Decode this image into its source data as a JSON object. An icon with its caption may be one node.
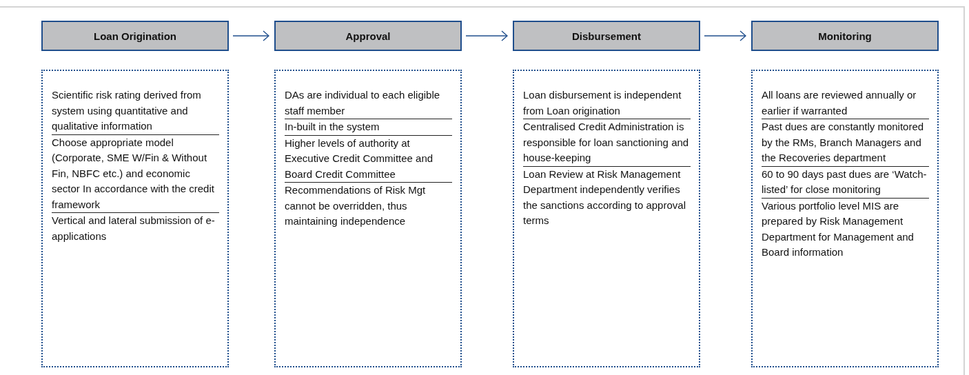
{
  "diagram": {
    "nodes": [
      {
        "text": [
          "Loan Origination"
        ]
      },
      {
        "text": [
          "Approval"
        ]
      },
      {
        "text": [
          "Disbursement"
        ]
      },
      {
        "text": [
          "Monitoring"
        ]
      },
      {
        "text": [
          "Scientific risk rating derived from system using quantitative and qualitative information",
          "Choose appropriate model (Corporate, SME W/Fin & Without Fin, NBFC etc.) and economic sector In accordance with the credit framework",
          "Vertical and lateral submission of e-applications"
        ]
      },
      {
        "text": [
          "DAs are individual to each eligible staff member",
          "In-built in the system",
          "Higher levels of authority at Executive Credit Committee and Board Credit Committee",
          "Recommendations of Risk Mgt cannot be overridden, thus maintaining independence"
        ]
      },
      {
        "text": [
          "Loan disbursement is independent from Loan origination",
          "Centralised Credit Administration is responsible for loan sanctioning and house-keeping",
          "Loan Review at Risk Management Department independently verifies the sanctions according to approval terms"
        ]
      },
      {
        "text": [
          "All loans are reviewed annually or earlier if warranted",
          "Past dues are constantly monitored by the RMs, Branch Managers and the Recoveries department",
          "60 to 90 days past dues are ‘Watch-listed’ for close monitoring",
          "Various portfolio level MIS are prepared by Risk Management Department for Management and Board information"
        ]
      }
    ],
    "edges": [
      {
        "from": 0,
        "to": 1,
        "arrow": "to"
      },
      {
        "from": 1,
        "to": 2,
        "arrow": "to"
      },
      {
        "from": 2,
        "to": 3,
        "arrow": "to"
      }
    ]
  }
}
